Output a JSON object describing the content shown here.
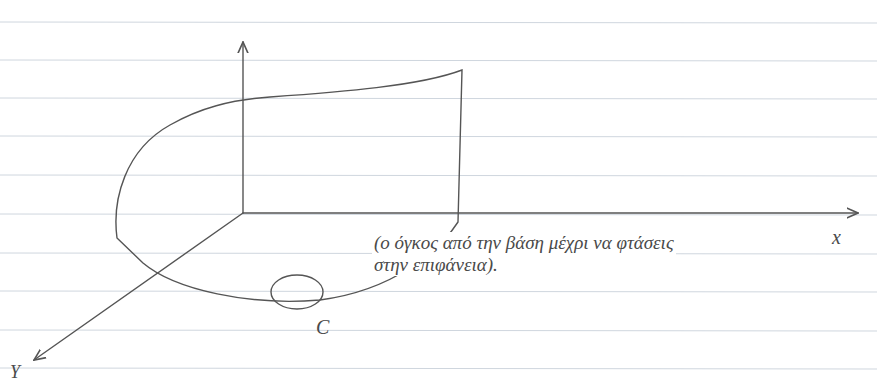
{
  "diagram": {
    "labels": [
      "x",
      "(ο όγκος από την βάση μέχρι να φτάσεις στην επιφάνεια).",
      "C",
      "Y"
    ]
  }
}
